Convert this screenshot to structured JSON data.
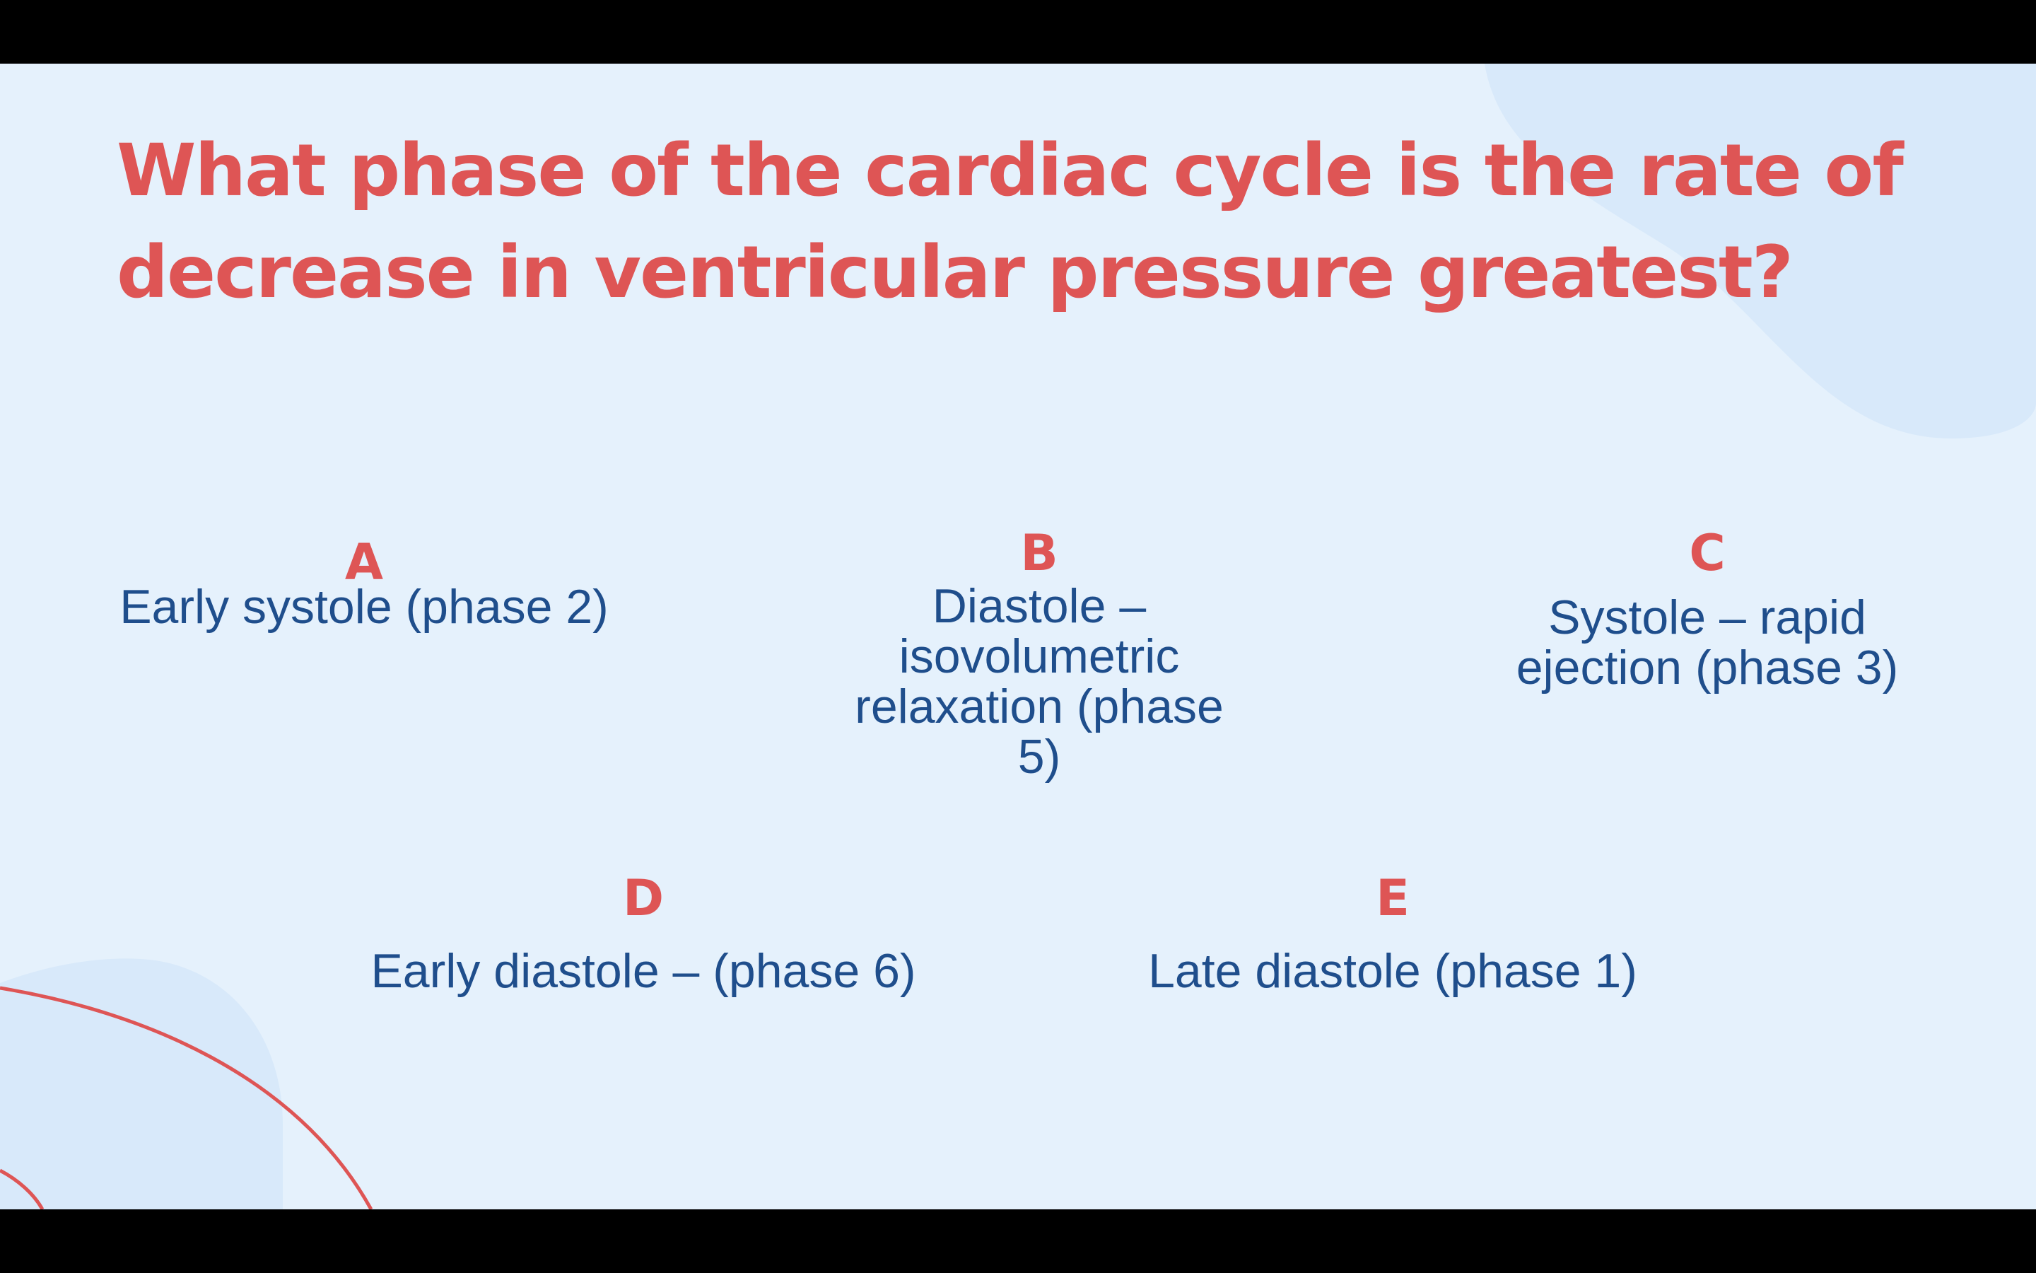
{
  "slide": {
    "background": "#e5f1fc",
    "accent_color": "#de5555",
    "text_color": "#1f4e8c",
    "question": "What phase of the cardiac cycle is the rate of decrease in ventricular pressure greatest?",
    "options": [
      {
        "letter": "A",
        "text": "Early systole (phase 2)"
      },
      {
        "letter": "B",
        "text": "Diastole – isovolumetric relaxation (phase 5)"
      },
      {
        "letter": "C",
        "text": "Systole – rapid ejection (phase 3)"
      },
      {
        "letter": "D",
        "text": "Early diastole – (phase 6)"
      },
      {
        "letter": "E",
        "text": "Late diastole (phase 1)"
      }
    ]
  }
}
